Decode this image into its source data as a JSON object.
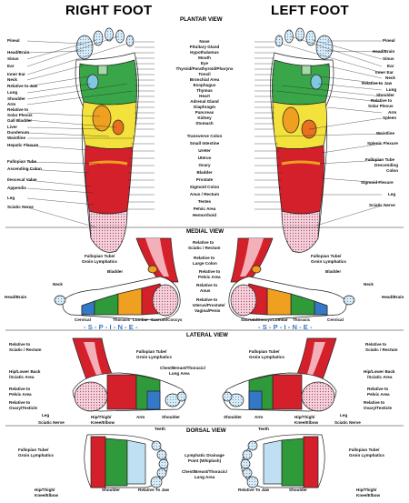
{
  "titles": {
    "right_foot": "RIGHT FOOT",
    "left_foot": "LEFT FOOT"
  },
  "sections": {
    "plantar": "PLANTAR VIEW",
    "medial": "MEDIAL VIEW",
    "lateral": "LATERAL VIEW",
    "dorsal": "DORSAL VIEW"
  },
  "plantar": {
    "right_labels": [
      "Pineal",
      "Head/Brain",
      "Sinus",
      "Ear",
      "Inner Ear",
      "Neck",
      "Relative to Jaw",
      "Lung",
      "Shoulder",
      "Arm",
      "Relative to",
      "Solar Plexus",
      "Gall Bladder",
      "Liver",
      "Duodenum",
      "Waistline",
      "Hepatic Flexure",
      "Fallopian Tube",
      "Ascending Colon",
      "Ileocecal Valve",
      "Appendix",
      "Leg",
      "Sciatic Nerve"
    ],
    "center_labels": [
      "Nose",
      "Pituitary Gland",
      "Hypothalamus",
      "Mouth",
      "Eye",
      "Thyroid/Parathyroid/Pharynx",
      "Tonsil",
      "Bronchial Area",
      "Esophagus",
      "Thymus",
      "Heart",
      "Adrenal Gland",
      "Diaphragm",
      "Pancreas",
      "Kidney",
      "Stomach",
      "Transverse Colon",
      "Small Intestine",
      "Ureter",
      "Uterus",
      "Ovary",
      "Bladder",
      "Prostate",
      "Sigmoid Colon",
      "Anus / Rectum",
      "Testes",
      "Pelvic Area",
      "Hemorrhoid"
    ],
    "left_labels": [
      "Pineal",
      "Head/Brain",
      "Sinus",
      "Ear",
      "Inner Ear",
      "Neck",
      "Relative to Jaw",
      "Lung",
      "Shoulder",
      "Relative to",
      "Solar Plexus",
      "Arm",
      "Spleen",
      "Waistline",
      "Splenic Flexure",
      "Fallopian Tube",
      "Descending",
      "Colon",
      "Sigmoid Flexure",
      "Leg",
      "Sciatic Nerve"
    ]
  },
  "medial": {
    "labels": [
      "Relative to",
      "Sciatic / Rectum",
      "Fallopian Tube/",
      "Groin Lymphatics",
      "Relative to",
      "Large Colon",
      "Bladder",
      "Relative to",
      "Pelvic Area",
      "Neck",
      "Relative to",
      "Anus",
      "Head/Brain",
      "Relative to",
      "Uterus/Prostate/",
      "Vagina/Penis",
      "Cervical",
      "Thoracic",
      "Lumbar",
      "Sacrum/Coccyx"
    ],
    "spine": "-S-P-I-N-E-"
  },
  "lateral": {
    "labels": [
      "Relative to",
      "Sciatic / Rectum",
      "Fallopian Tube/",
      "Groin Lymphatics",
      "Hip/Lower Back",
      "/Sciatic Area",
      "Chest/Breast/Thoracic/",
      "Lung Area",
      "Relative to",
      "Pelvic Area",
      "Relative to",
      "Ovary/Testicle",
      "Arm",
      "Shoulder",
      "Leg",
      "Sciatic Nerve",
      "Hip/Thigh/",
      "Knee/Elbow"
    ]
  },
  "dorsal": {
    "labels": [
      "Teeth",
      "Fallopian Tube/",
      "Groin Lymphatics",
      "Lymphatic Drainage",
      "Point (Whiplash)",
      "Chest/Breast/Thoracic/",
      "Lung Area",
      "Hip/Thigh/",
      "Knee/Elbow",
      "Shoulder",
      "Relative To Jaw"
    ]
  },
  "colors": {
    "red": "#d4202a",
    "green": "#2f9a3a",
    "yellow": "#f2e23a",
    "orange": "#f0a020",
    "blue": "#3478c8",
    "teal": "#27a6a0",
    "pink": "#e9b6c6",
    "lightblue": "#bfe0f2",
    "purple": "#8a5aa8"
  }
}
